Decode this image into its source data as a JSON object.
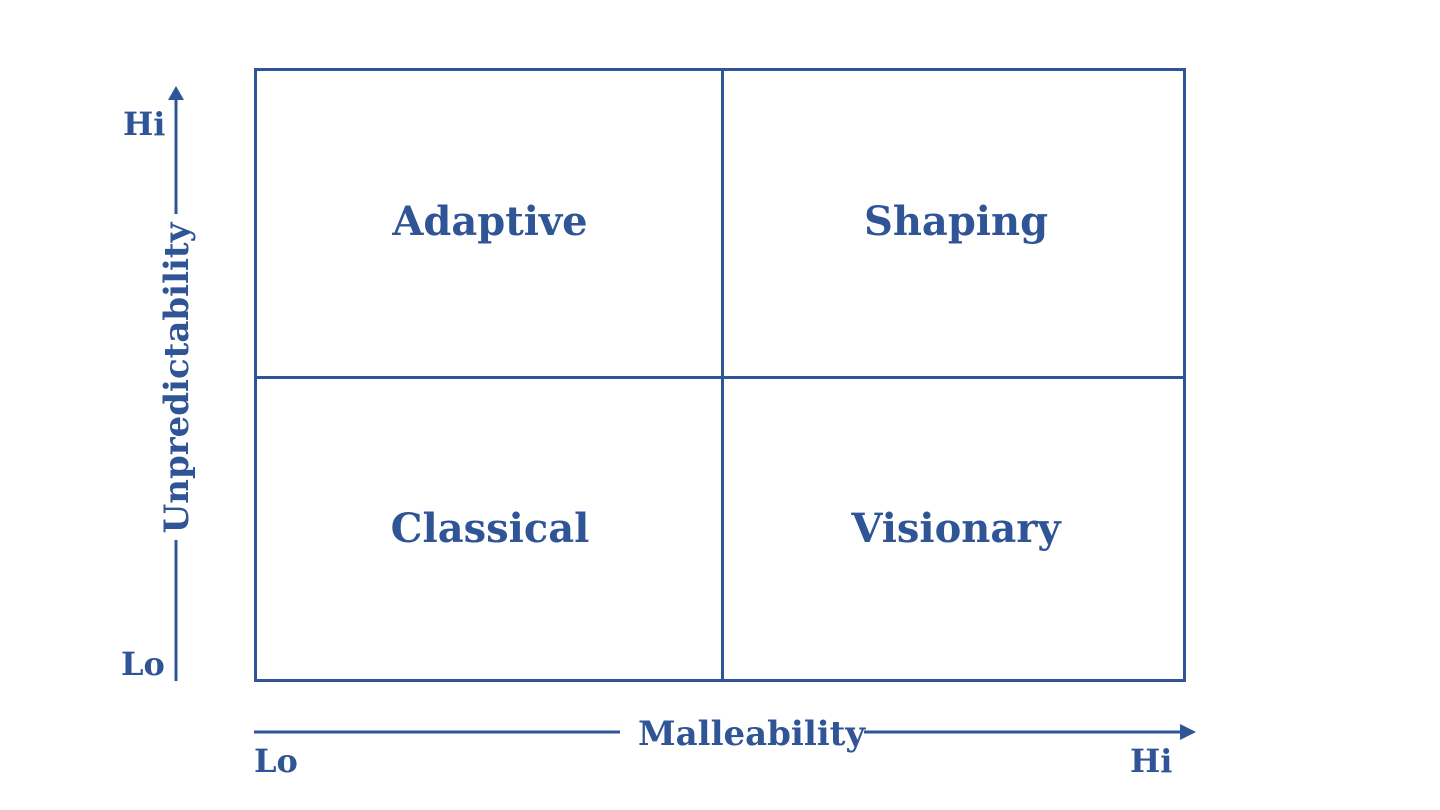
{
  "quadrants": {
    "top_left": "Adaptive",
    "top_right": "Shaping",
    "bottom_left": "Classical",
    "bottom_right": "Visionary"
  },
  "y_axis": {
    "title": "Unpredictability",
    "hi": "Hi",
    "lo": "Lo"
  },
  "x_axis": {
    "title": "Malleability",
    "hi": "Hi",
    "lo": "Lo"
  },
  "colors": {
    "primary": "#2f5597",
    "background": "#ffffff"
  }
}
